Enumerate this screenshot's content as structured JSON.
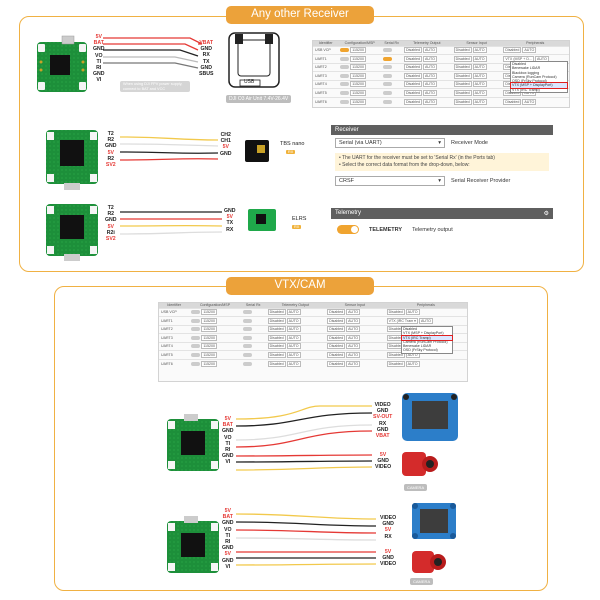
{
  "sections": {
    "top_title": "Any other Receiver",
    "bottom_title": "VTX/CAM"
  },
  "receiver_panel": {
    "header": "Receiver",
    "mode_value": "Serial (via UART)",
    "mode_label": "Receiver Mode",
    "note_line1": "• The UART for the receiver must be set to 'Serial Rx' (in the Ports tab)",
    "note_line2": "• Select the correct data format from the drop-down, below:",
    "provider_value": "CRSF",
    "provider_label": "Serial Receiver Provider",
    "telemetry_header": "Telemetry",
    "telemetry_name": "TELEMETRY",
    "telemetry_desc": "Telemetry output"
  },
  "ports_top": {
    "headers": [
      "Identifier",
      "Configuration/MSP",
      "Serial Rx",
      "Telemetry Output",
      "Sensor Input",
      "Peripherals"
    ],
    "rows": [
      {
        "id": "USB VCP",
        "baud": "115200",
        "rx": false,
        "msp": true
      },
      {
        "id": "UART1",
        "baud": "115200",
        "rx": true,
        "msp": false
      },
      {
        "id": "UART2",
        "baud": "115200",
        "rx": false,
        "msp": false
      },
      {
        "id": "UART3",
        "baud": "115200",
        "rx": false,
        "msp": false
      },
      {
        "id": "UART4",
        "baud": "115200",
        "rx": false,
        "msp": false
      },
      {
        "id": "UART5",
        "baud": "115200",
        "rx": false,
        "msp": false
      },
      {
        "id": "UART6",
        "baud": "115200",
        "rx": false,
        "msp": false
      }
    ],
    "disabled": "Disabled",
    "auto": "AUTO",
    "peripheral_value": "VTX (MSP + D...",
    "dropdown": [
      "Disabled",
      "Benewake LiDAR",
      "Blackbox logging",
      "Camera (RunCam Protocol)",
      "OSD (FrSky Protocol)",
      "VTX (MSP + DisplayPort)",
      "VTX (IRC Tramp)"
    ]
  },
  "ports_bottom": {
    "headers": [
      "Identifier",
      "Configuration/MSP",
      "Serial Rx",
      "Telemetry Output",
      "Sensor Input",
      "Peripherals"
    ],
    "rows": [
      {
        "id": "USB VCP",
        "baud": "115200"
      },
      {
        "id": "UART1",
        "baud": "115200"
      },
      {
        "id": "UART2",
        "baud": "115200"
      },
      {
        "id": "UART3",
        "baud": "115200"
      },
      {
        "id": "UART4",
        "baud": "115200"
      },
      {
        "id": "UART5",
        "baud": "115200"
      },
      {
        "id": "UART6",
        "baud": "115200"
      }
    ],
    "disabled": "Disabled",
    "auto": "AUTO",
    "peripheral_value": "VTX (IRC Tram ▾",
    "dropdown": [
      "Disabled",
      "VTX (MSP + DisplayPort)",
      "VTX (IRC Tramp)",
      "Camera (RunCam Protocol)",
      "Benewake LiDAR",
      "OSD (FrSky Protocol)"
    ]
  },
  "fc_pins": {
    "fc1": [
      "5V",
      "BAT",
      "GND",
      "VO",
      "TI",
      "RI",
      "GND",
      "VI"
    ],
    "fc2": [
      "T2",
      "R2",
      "GND",
      "5V",
      "R2",
      "SV2"
    ],
    "fc3": [
      "T2",
      "R2",
      "GND",
      "5V",
      "R2i",
      "SV2"
    ],
    "fc4": [
      "5V",
      "BAT",
      "GND",
      "VO",
      "TI",
      "RI",
      "GND",
      "VI"
    ],
    "fc5": [
      "5V",
      "BAT",
      "GND",
      "VO",
      "TI",
      "RI",
      "GND",
      "5V",
      "GND",
      "VI"
    ]
  },
  "devices": {
    "dji_pins": [
      "VBAT",
      "GND",
      "RX",
      "TX",
      "GND",
      "SBUS"
    ],
    "dji_label": "USB",
    "dji_caption": "DJI O3 Air Unit 7.4V-26.4V",
    "fc1_note": "When using DJI FPV power supply, connect to BAT and VCC",
    "tbs_pins": [
      "CH2",
      "CH1",
      "5V",
      "GND"
    ],
    "tbs_name": "TBS nano",
    "tbs_tag": "RX",
    "elrs_pins": [
      "GND",
      "5V",
      "TX",
      "RX"
    ],
    "elrs_name": "ELRS",
    "elrs_tag": "RX",
    "vtx1_pins": [
      "VIDEO",
      "GND",
      "SV-OUT",
      "RX",
      "GND",
      "VBAT"
    ],
    "cam1_pins": [
      "5V",
      "GND",
      "VIDEO"
    ],
    "cam1_name": "CAMERA",
    "vtx2_pins": [
      "VIDEO",
      "GND",
      "5V",
      "RX"
    ],
    "cam2_pins": [
      "5V",
      "GND",
      "VIDEO"
    ],
    "cam2_name": "CAMERA"
  },
  "colors": {
    "accent": "#eca23a",
    "pcb": "#1d8f3a",
    "wire_red": "#e53935",
    "wire_black": "#222222",
    "wire_yellow": "#f2c94c",
    "wire_grey": "#9e9e9e",
    "wire_white": "#dddddd"
  }
}
